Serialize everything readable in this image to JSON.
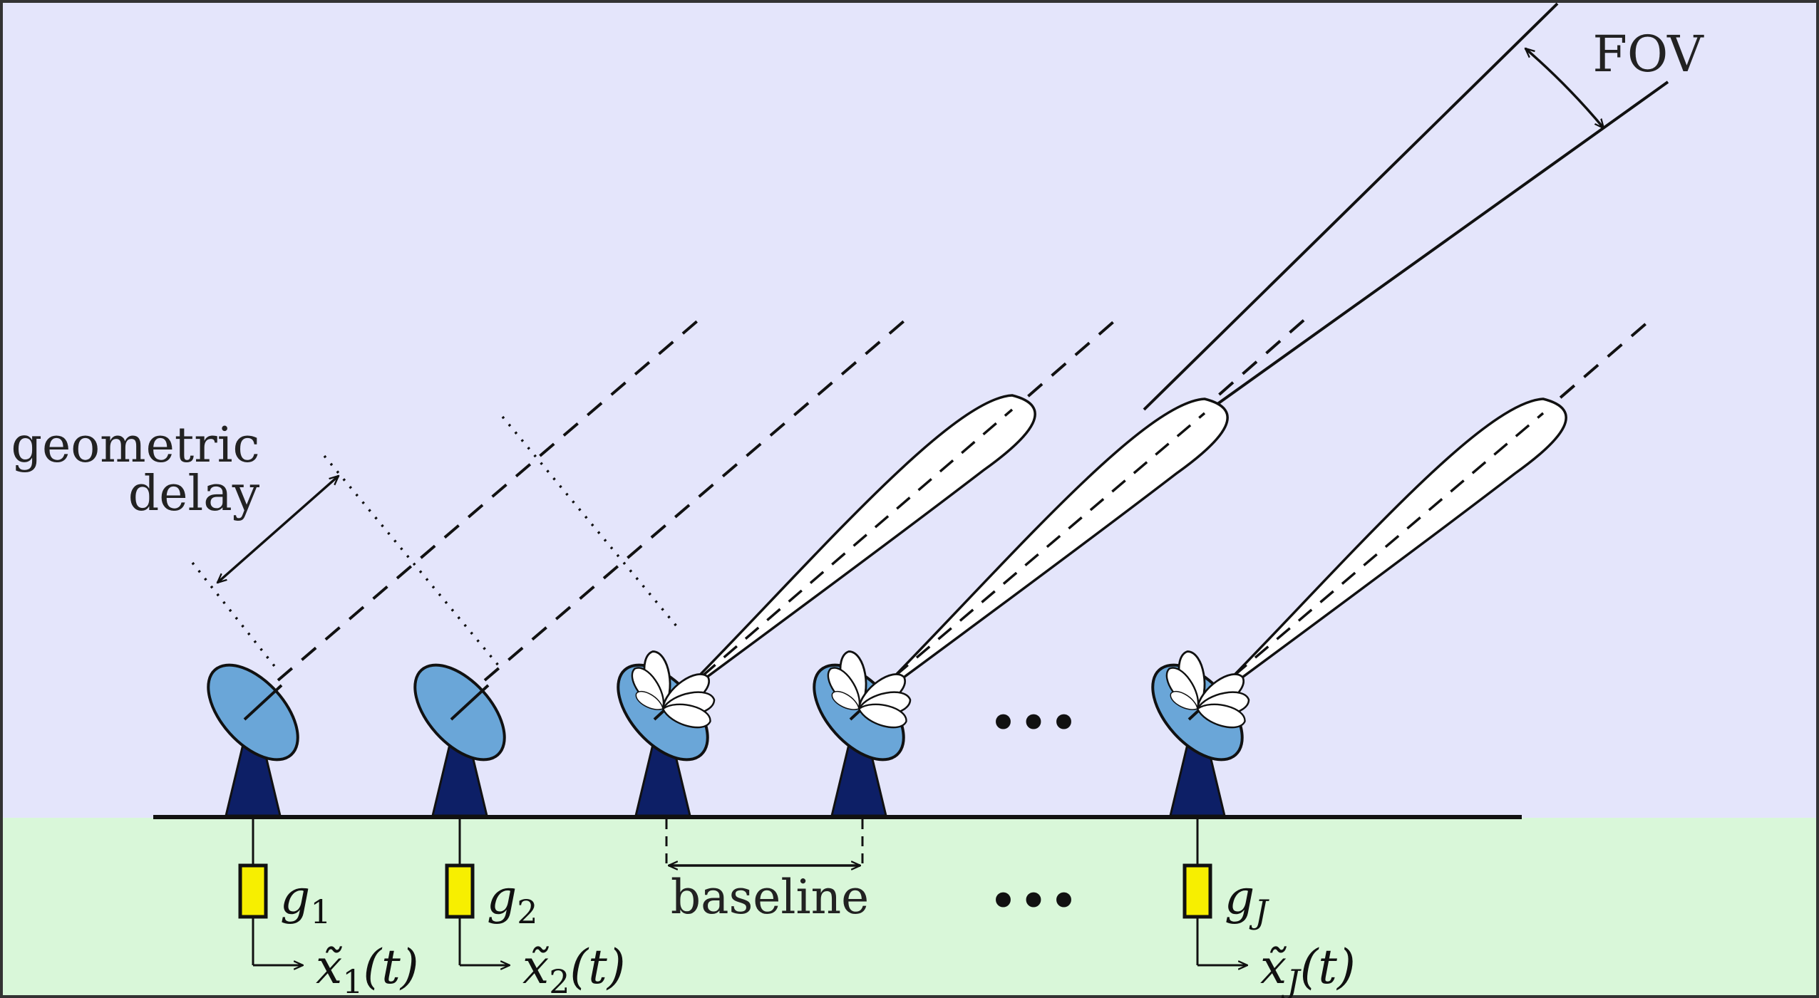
{
  "colors": {
    "sky": "#e4e5fb",
    "ground": "#d9f7d9",
    "dish": "#6aa6d8",
    "tower": "#0d1f66",
    "gain_box": "#f7ef00",
    "beam": "#ffffff",
    "stroke": "#111111"
  },
  "labels": {
    "geometric_delay_line1": "geometric",
    "geometric_delay_line2": "delay",
    "fov": "FOV",
    "baseline": "baseline",
    "ellipsis_sky": "•••",
    "ellipsis_ground": "•••"
  },
  "antennas": [
    {
      "gain_sym": "g",
      "gain_sub": "1",
      "signal_sym": "x̃",
      "signal_sub": "1",
      "signal_arg": "(t)",
      "beam_pattern": false
    },
    {
      "gain_sym": "g",
      "gain_sub": "2",
      "signal_sym": "x̃",
      "signal_sub": "2",
      "signal_arg": "(t)",
      "beam_pattern": false
    },
    {
      "gain_sym": "",
      "gain_sub": "",
      "signal_sym": "",
      "signal_sub": "",
      "signal_arg": "",
      "beam_pattern": true
    },
    {
      "gain_sym": "",
      "gain_sub": "",
      "signal_sym": "",
      "signal_sub": "",
      "signal_arg": "",
      "beam_pattern": true
    },
    {
      "gain_sym": "g",
      "gain_sub": "J",
      "signal_sym": "x̃",
      "signal_sub": "J",
      "signal_arg": "(t)",
      "beam_pattern": true
    }
  ]
}
